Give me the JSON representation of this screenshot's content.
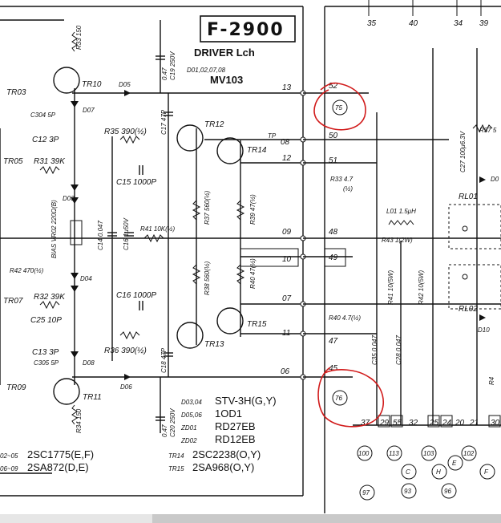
{
  "title": "F-2900",
  "subtitle": "DRIVER Lch",
  "diode_codes": "D01,02,07,08",
  "diode_part": "MV103",
  "transistors": [
    "TR03",
    "TR10",
    "TR12",
    "TR14",
    "TR05",
    "TR07",
    "TR13",
    "TR15",
    "TR09",
    "TR11"
  ],
  "components": {
    "r33": "R33 150",
    "d05": "D05",
    "d07": "D07",
    "c304": "C304 5P",
    "c12": "C12 3P",
    "c19": "C19 250V",
    "c19v": "0.47",
    "c17": "C17 47P",
    "r35": "R35 390(½)",
    "r31": "R31 39K",
    "c15": "C15 1000P",
    "d03": "D03",
    "bias": "BIAS VR02 220Ω(B)",
    "c14": "C14 0.047",
    "c16": "C16 1μ50V",
    "r41": "R41 10K(½)",
    "r37": "R37 560(½)",
    "r39": "R39 47(½)",
    "r42": "R42 470(½)",
    "d04": "D04",
    "r38": "R38 560(½)",
    "r40": "R40 47(½)",
    "r32": "R32 39K",
    "c16b": "C16 1000P",
    "c25": "C25 10P",
    "r36": "R36 390(½)",
    "c18": "C18 47P",
    "c13": "C13 3P",
    "c305": "C305 5P",
    "d08": "D08",
    "d06": "D06",
    "r34": "R34 150",
    "c20": "C20 250V",
    "c20v": "0.47",
    "r33b": "R33 4.7",
    "r33h": "(½)",
    "l01": "L01 1.5μH",
    "r43": "R43 1(2W)",
    "r40b": "R40 4.7(½)",
    "c35": "C35 0.047",
    "c28": "C28 0.047",
    "r41b": "R41 10(5W)",
    "r42b": "R42 10(5W)",
    "c27": "C27 100μ6.3V",
    "r37b": "R37 5",
    "rl01": "RL01",
    "rl02": "RL02",
    "d10": "D10",
    "d09": "D0",
    "r4": "R4"
  },
  "nodes": [
    "13",
    "08",
    "12",
    "09",
    "10",
    "07",
    "11",
    "06",
    "52",
    "50",
    "51",
    "48",
    "49",
    "47",
    "45",
    "35",
    "40",
    "34",
    "39",
    "37",
    "29",
    "55",
    "32",
    "25",
    "24",
    "20",
    "21",
    "30"
  ],
  "circled": [
    "75",
    "76",
    "100",
    "113",
    "103",
    "102",
    "97",
    "93",
    "96"
  ],
  "letters": [
    "C",
    "H",
    "E",
    "F"
  ],
  "tp_label": "TP",
  "legend": {
    "l1a": "D03,04",
    "l1b": "STV-3H(G,Y)",
    "l2a": "D05,06",
    "l2b": "1OD1",
    "l3a": "ZD01",
    "l3b": "RD27EB",
    "l4a": "ZD02",
    "l4b": "RD12EB",
    "l5a": "TR14",
    "l5b": "2SC2238(O,Y)",
    "l6a": "TR15",
    "l6b": "2SA968(O,Y)",
    "l7a": "02~05",
    "l7b": "2SC1775(E,F)",
    "l8a": "06~09",
    "l8b": "2SA872(D,E)"
  },
  "accent_color": "#d11a1a"
}
